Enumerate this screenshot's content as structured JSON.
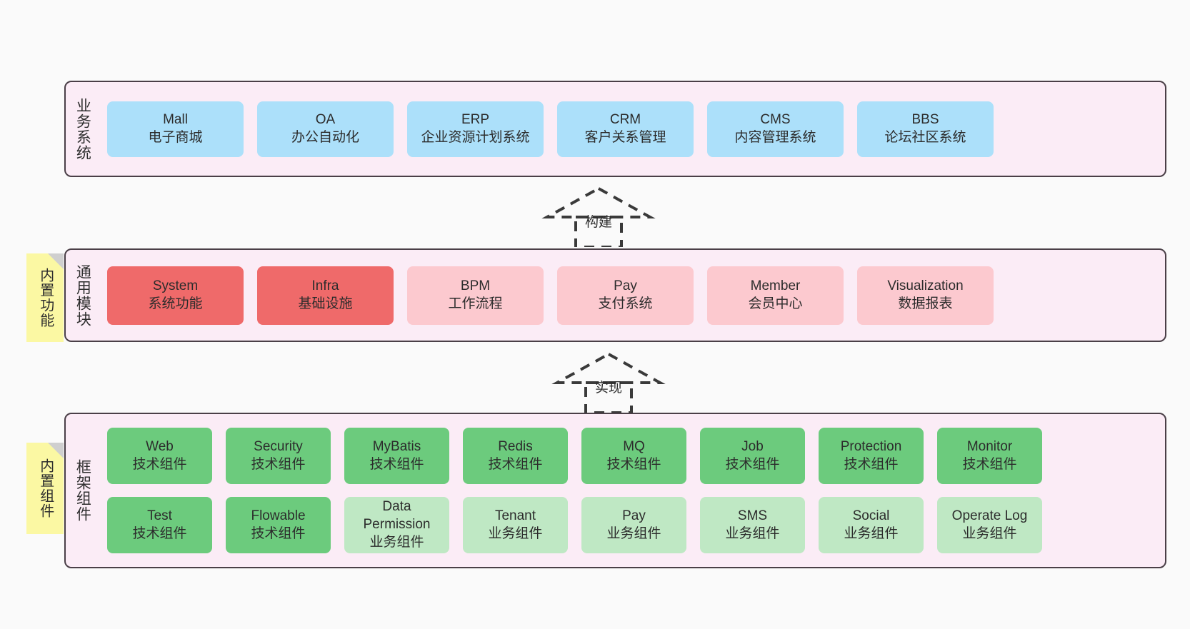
{
  "layers": [
    {
      "id": "business-systems",
      "title": "业务系统",
      "cards": [
        {
          "en": "Mall",
          "cn": "电子商城"
        },
        {
          "en": "OA",
          "cn": "办公自动化"
        },
        {
          "en": "ERP",
          "cn": "企业资源计划系统"
        },
        {
          "en": "CRM",
          "cn": "客户关系管理"
        },
        {
          "en": "CMS",
          "cn": "内容管理系统"
        },
        {
          "en": "BBS",
          "cn": "论坛社区系统"
        }
      ]
    },
    {
      "id": "common-modules",
      "title": "通用模块",
      "note": "内置功能",
      "cards": [
        {
          "en": "System",
          "cn": "系统功能",
          "variant": "primary"
        },
        {
          "en": "Infra",
          "cn": "基础设施",
          "variant": "primary"
        },
        {
          "en": "BPM",
          "cn": "工作流程",
          "variant": "secondary"
        },
        {
          "en": "Pay",
          "cn": "支付系统",
          "variant": "secondary"
        },
        {
          "en": "Member",
          "cn": "会员中心",
          "variant": "secondary"
        },
        {
          "en": "Visualization",
          "cn": "数据报表",
          "variant": "secondary"
        }
      ]
    },
    {
      "id": "framework-components",
      "title": "框架组件",
      "note": "内置组件",
      "row1": [
        {
          "en": "Web",
          "cn": "技术组件"
        },
        {
          "en": "Security",
          "cn": "技术组件"
        },
        {
          "en": "MyBatis",
          "cn": "技术组件"
        },
        {
          "en": "Redis",
          "cn": "技术组件"
        },
        {
          "en": "MQ",
          "cn": "技术组件"
        },
        {
          "en": "Job",
          "cn": "技术组件"
        },
        {
          "en": "Protection",
          "cn": "技术组件"
        },
        {
          "en": "Monitor",
          "cn": "技术组件"
        }
      ],
      "row2": [
        {
          "en": "Test",
          "cn": "技术组件",
          "variant": "tech"
        },
        {
          "en": "Flowable",
          "cn": "技术组件",
          "variant": "tech"
        },
        {
          "en": "Data Permission",
          "cn": "业务组件",
          "variant": "biz",
          "wrap": true
        },
        {
          "en": "Tenant",
          "cn": "业务组件",
          "variant": "biz"
        },
        {
          "en": "Pay",
          "cn": "业务组件",
          "variant": "biz"
        },
        {
          "en": "SMS",
          "cn": "业务组件",
          "variant": "biz"
        },
        {
          "en": "Social",
          "cn": "业务组件",
          "variant": "biz"
        },
        {
          "en": "Operate Log",
          "cn": "业务组件",
          "variant": "biz"
        }
      ]
    }
  ],
  "connectors": [
    {
      "id": "build",
      "label": "构建"
    },
    {
      "id": "implement",
      "label": "实现"
    }
  ],
  "colors": {
    "canvas": "#fafafa",
    "layer_fill": "#fbecf6",
    "layer_border": "#4a3f47",
    "business_card": "#ace0fa",
    "module_primary": "#ef6a6a",
    "module_secondary": "#fcc9cf",
    "component_tech": "#6ccb7d",
    "component_business": "#bfe8c4",
    "note_fill": "#fbf8a3",
    "note_fold": "#cfcfcf",
    "connector": "#3a3a3a"
  }
}
